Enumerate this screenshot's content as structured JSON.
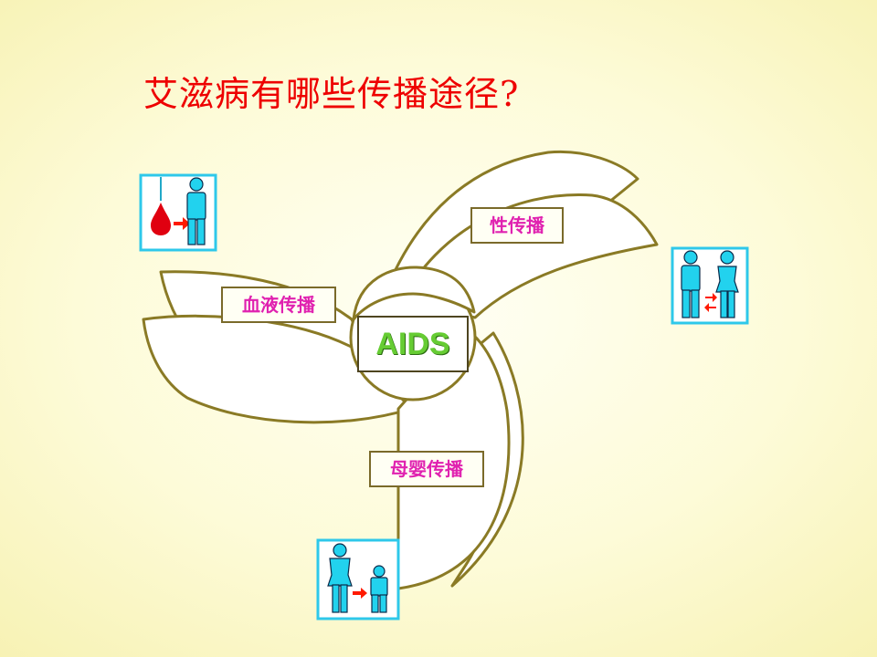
{
  "title": "艾滋病有哪些传播途径?",
  "center": {
    "label": "AIDS"
  },
  "routes": [
    {
      "label": "性传播"
    },
    {
      "label": "血液传播"
    },
    {
      "label": "母婴传播"
    }
  ],
  "colors": {
    "title": "#ee0000",
    "label_text": "#e022b0",
    "aids_text": "#66cc33",
    "outline": "#8a7a25",
    "icon_frame": "#2ec8ea",
    "icon_figure": "#22d2ee",
    "blood": "#e00010",
    "arrow": "#ff1a00"
  },
  "icons": [
    "blood-transfusion-icon",
    "sexual-partners-icon",
    "mother-child-icon"
  ]
}
